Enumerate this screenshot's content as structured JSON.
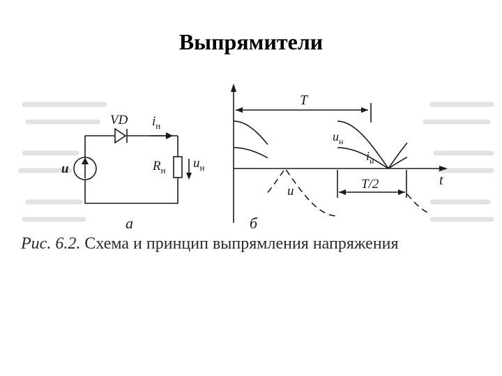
{
  "slide": {
    "title": "Выпрямители"
  },
  "circuit": {
    "diode_label": "VD",
    "current_label": "i",
    "current_sub": "н",
    "source_label": "u",
    "resistor_label": "R",
    "resistor_sub": "н",
    "voltage_label": "u",
    "voltage_sub": "н",
    "panel_label": "а"
  },
  "graph": {
    "period_label": "T",
    "half_period_label": "T/2",
    "time_label": "t",
    "voltage_label": "u",
    "voltage_sub": "н",
    "current_label": "i",
    "current_sub": "н",
    "source_label": "u",
    "panel_label": "б"
  },
  "caption": {
    "number": "Рис. 6.2.",
    "text": "Схема и принцип выпрямления напряжения"
  },
  "colors": {
    "ink": "#1a1a1a",
    "ghost_text": "#d9d9d9"
  }
}
